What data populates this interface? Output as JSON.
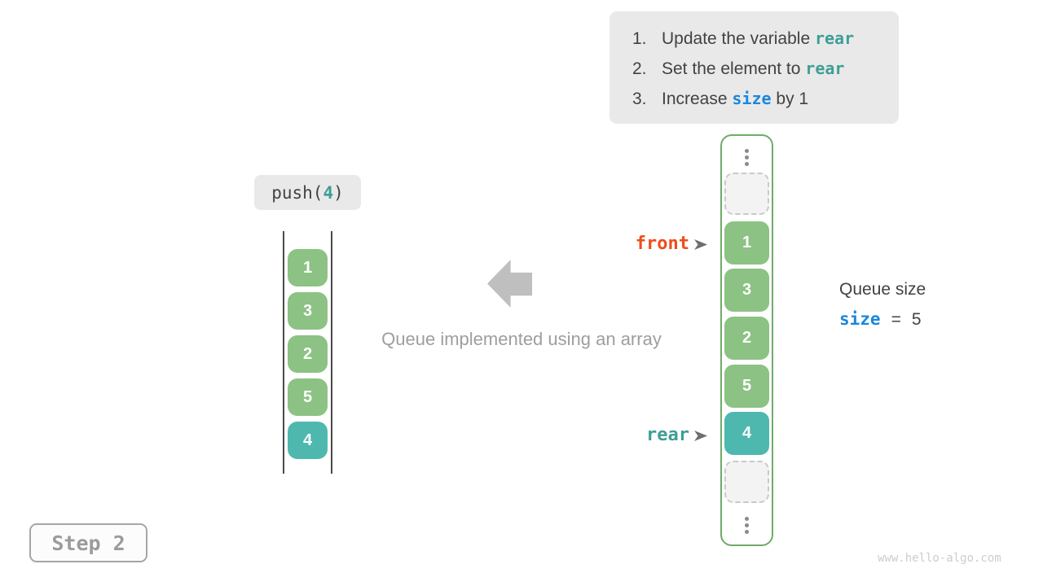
{
  "colors": {
    "box-gray": "#e9e9e9",
    "text-dark": "#424242",
    "teal-code": "#3d9e96",
    "blue-code": "#1b87dd",
    "orange-code": "#ee4e1c",
    "green-cell": "#8cc283",
    "teal-cell": "#4eb8af",
    "container-border": "#6fab68",
    "dashed-border": "#c9c9c9",
    "dashed-fill": "#f3f3f3",
    "dot-gray": "#8a8a8a",
    "arrow-gray": "#bfbfbf",
    "ptr-arrow-gray": "#6e6e6e",
    "caption-gray": "#9e9e9e",
    "line-dark": "#4a4a4a",
    "step-border": "#a6a6a6",
    "step-text": "#9b9b9b",
    "watermark-gray": "#cdcdcd"
  },
  "instructions": {
    "items": [
      {
        "num": "1.",
        "pre": "Update the variable ",
        "code": "rear",
        "post": ""
      },
      {
        "num": "2.",
        "pre": "Set the element to ",
        "code": "rear",
        "post": ""
      },
      {
        "num": "3.",
        "pre": "Increase ",
        "code": "size",
        "post": " by 1"
      }
    ]
  },
  "push_label": {
    "pre": "push(",
    "arg": "4",
    "post": ")"
  },
  "left_stack": {
    "cells": [
      {
        "value": "1",
        "type": "green"
      },
      {
        "value": "3",
        "type": "green"
      },
      {
        "value": "2",
        "type": "green"
      },
      {
        "value": "5",
        "type": "green"
      },
      {
        "value": "4",
        "type": "teal"
      }
    ]
  },
  "caption": "Queue implemented using an array",
  "array_column": {
    "front_label": "front",
    "rear_label": "rear",
    "cells": [
      {
        "value": "1",
        "type": "green"
      },
      {
        "value": "3",
        "type": "green"
      },
      {
        "value": "2",
        "type": "green"
      },
      {
        "value": "5",
        "type": "green"
      },
      {
        "value": "4",
        "type": "teal"
      }
    ]
  },
  "queue_size": {
    "title": "Queue size",
    "code": "size",
    "eq": "=",
    "value": "5"
  },
  "step_label": "Step 2",
  "watermark": "www.hello-algo.com"
}
